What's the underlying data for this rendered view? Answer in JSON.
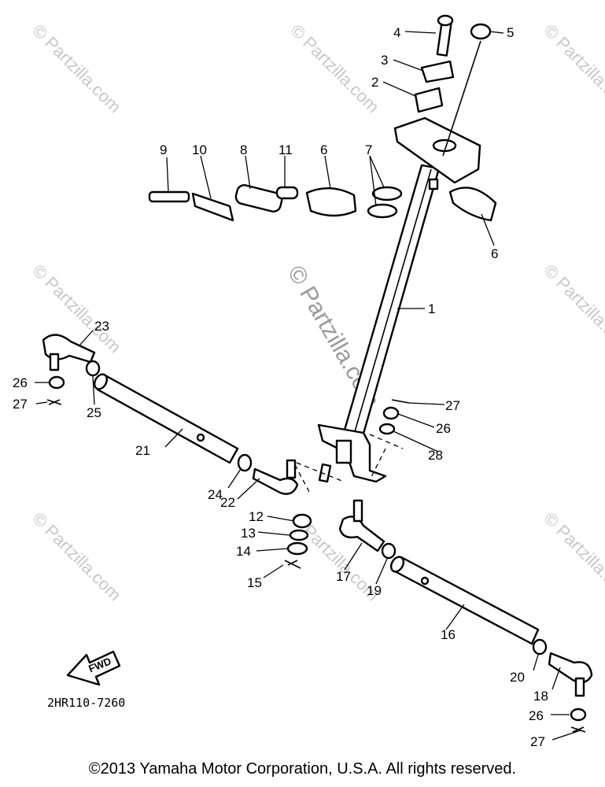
{
  "watermark": {
    "text": "© Partzilla.com"
  },
  "diagram_code": "2HR110-7260",
  "fwd_label": "FWD",
  "copyright": "©2013 Yamaha Motor Corporation, U.S.A. All rights reserved.",
  "callouts": {
    "c1": "1",
    "c2": "2",
    "c3": "3",
    "c4": "4",
    "c5": "5",
    "c6a": "6",
    "c6b": "6",
    "c7": "7",
    "c8": "8",
    "c9": "9",
    "c10": "10",
    "c11": "11",
    "c12": "12",
    "c13": "13",
    "c14": "14",
    "c15": "15",
    "c16": "16",
    "c17": "17",
    "c18": "18",
    "c19": "19",
    "c20": "20",
    "c21": "21",
    "c22": "22",
    "c23": "23",
    "c24": "24",
    "c25": "25",
    "c26a": "26",
    "c26b": "26",
    "c26c": "26",
    "c27a": "27",
    "c27b": "27",
    "c27c": "27",
    "c28": "28"
  }
}
